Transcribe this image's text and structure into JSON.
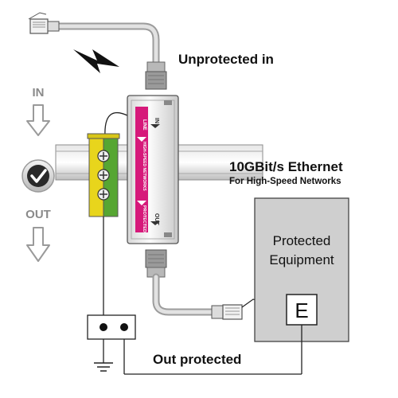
{
  "labels": {
    "unprotected_in": "Unprotected in",
    "ethernet_title": "10GBit/s Ethernet",
    "ethernet_subtitle": "For High-Speed Networks",
    "protected_line1": "Protected",
    "protected_line2": "Equipment",
    "equipment_symbol": "E",
    "out_protected": "Out protected",
    "in_label": "IN",
    "out_label": "OUT"
  },
  "device": {
    "strip_line": "LINE",
    "strip_middle": "HIGH-SPEED NETWORKS",
    "strip_protected": "PROTECTED",
    "port_in": "IN",
    "port_out": "OUT"
  },
  "colors": {
    "accent_magenta": "#d6197a",
    "terminal_yellow": "#e8d51c",
    "terminal_green": "#56a632",
    "arrow_gray": "#9a9a9a",
    "box_gray": "#cfcfcf"
  }
}
